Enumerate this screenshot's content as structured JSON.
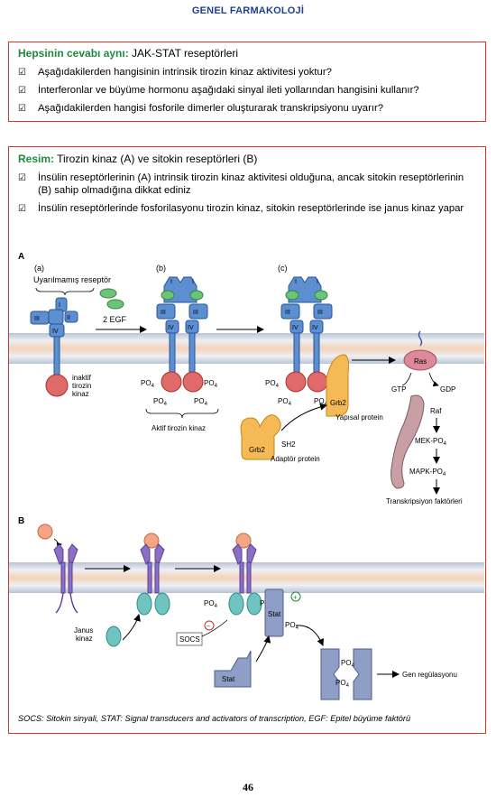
{
  "header": {
    "title": "GENEL FARMAKOLOJİ"
  },
  "box1": {
    "label": "Hepsinin cevabı aynı:",
    "title": " JAK-STAT reseptörleri",
    "items": [
      "Aşağıdakilerden hangisinin intrinsik tirozin kinaz aktivitesi yoktur?",
      "İnterferonlar ve büyüme hormonu aşağıdaki sinyal ileti yollarından hangisini kullanır?",
      "Aşağıdakilerden hangisi fosforile dimerler oluşturarak transkripsiyonu uyarır?"
    ]
  },
  "box2": {
    "label": "Resim:",
    "title": " Tirozin kinaz (A) ve sitokin reseptörleri (B)",
    "items": [
      "İnsülin reseptörlerinin (A) intrinsik tirozin kinaz aktivitesi olduğuna, ancak sitokin reseptörlerinin (B) sahip olmadığına dikkat ediniz",
      "İnsülin reseptörlerinde fosforilasyonu tirozin kinaz, sitokin reseptörlerinde ise janus kinaz yapar"
    ],
    "footnote": "SOCS: Sitokin sinyali, STAT: Signal transducers and activators of transcription, EGF: Epitel büyüme faktörü"
  },
  "check_glyph": "☑",
  "figure": {
    "panel_a": "A",
    "panel_b": "B",
    "sub_a": "(a)",
    "sub_b": "(b)",
    "sub_c": "(c)",
    "unstim": "Uyarılmamış reseptör",
    "egf": "2 EGF",
    "dom1": "I",
    "dom2": "II",
    "dom3": "III",
    "dom4": "IV",
    "inactive1": "inaktif",
    "inactive2": "tirozin",
    "inactive3": "kinaz",
    "po4": "PO",
    "po4_sub": "4",
    "active_tk": "Aktif tirozin kinaz",
    "grb2": "Grb2",
    "sh2": "SH2",
    "adaptor": "Adaptör protein",
    "ras": "Ras",
    "gtp": "GTP",
    "gdp": "GDP",
    "structural": "Yapısal protein",
    "raf": "Raf",
    "mek": "MEK-PO",
    "mapk": "MAPK-PO",
    "tf": "Transkripsiyon faktörleri",
    "janus1": "Janus",
    "janus2": "kinaz",
    "socs": "SOCS",
    "stat": "Stat",
    "plus": "+",
    "minus": "−",
    "gene": "Gen regülasyonu"
  },
  "page_number": "46"
}
